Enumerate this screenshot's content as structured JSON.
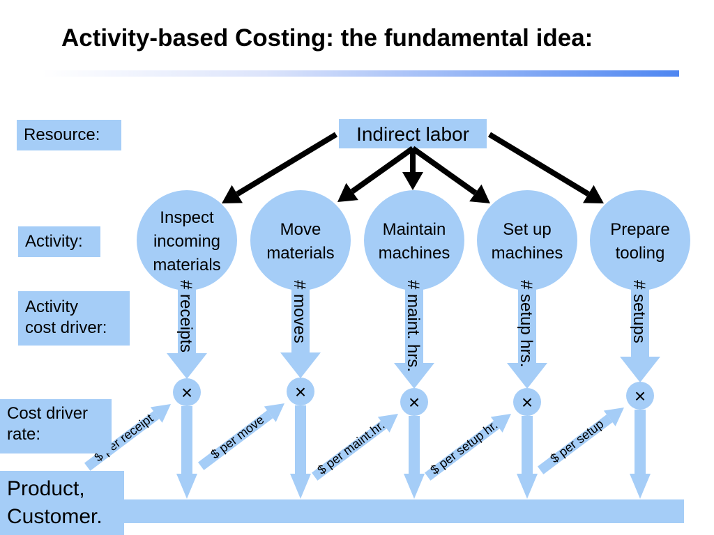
{
  "title": "Activity-based Costing: the fundamental idea:",
  "colors": {
    "fill": "#a5cdf7",
    "arrow": "#000000",
    "title_bar_end": "#4e86f1"
  },
  "labels": {
    "resource": "Resource:",
    "activity": "Activity:",
    "driver_line1": "Activity",
    "driver_line2": "cost driver:",
    "rate_line1": "Cost driver",
    "rate_line2": "rate:",
    "product_line1": "Product,",
    "product_line2": "Customer."
  },
  "resource": "Indirect  labor",
  "multiply_symbol": "×",
  "activities": [
    {
      "lines": [
        "Inspect",
        "incoming",
        "materials"
      ],
      "driver": "# receipts",
      "rate": "$ per receipt"
    },
    {
      "lines": [
        "Move",
        "materials"
      ],
      "driver": "# moves",
      "rate": "$ per move"
    },
    {
      "lines": [
        "Maintain",
        "machines"
      ],
      "driver": "# maint. hrs.",
      "rate": "$ per maint.hr."
    },
    {
      "lines": [
        "Set up",
        "machines"
      ],
      "driver": "# setup hrs.",
      "rate": "$ per setup hr."
    },
    {
      "lines": [
        "Prepare",
        "tooling"
      ],
      "driver": "# setups",
      "rate": "$ per setup"
    }
  ]
}
